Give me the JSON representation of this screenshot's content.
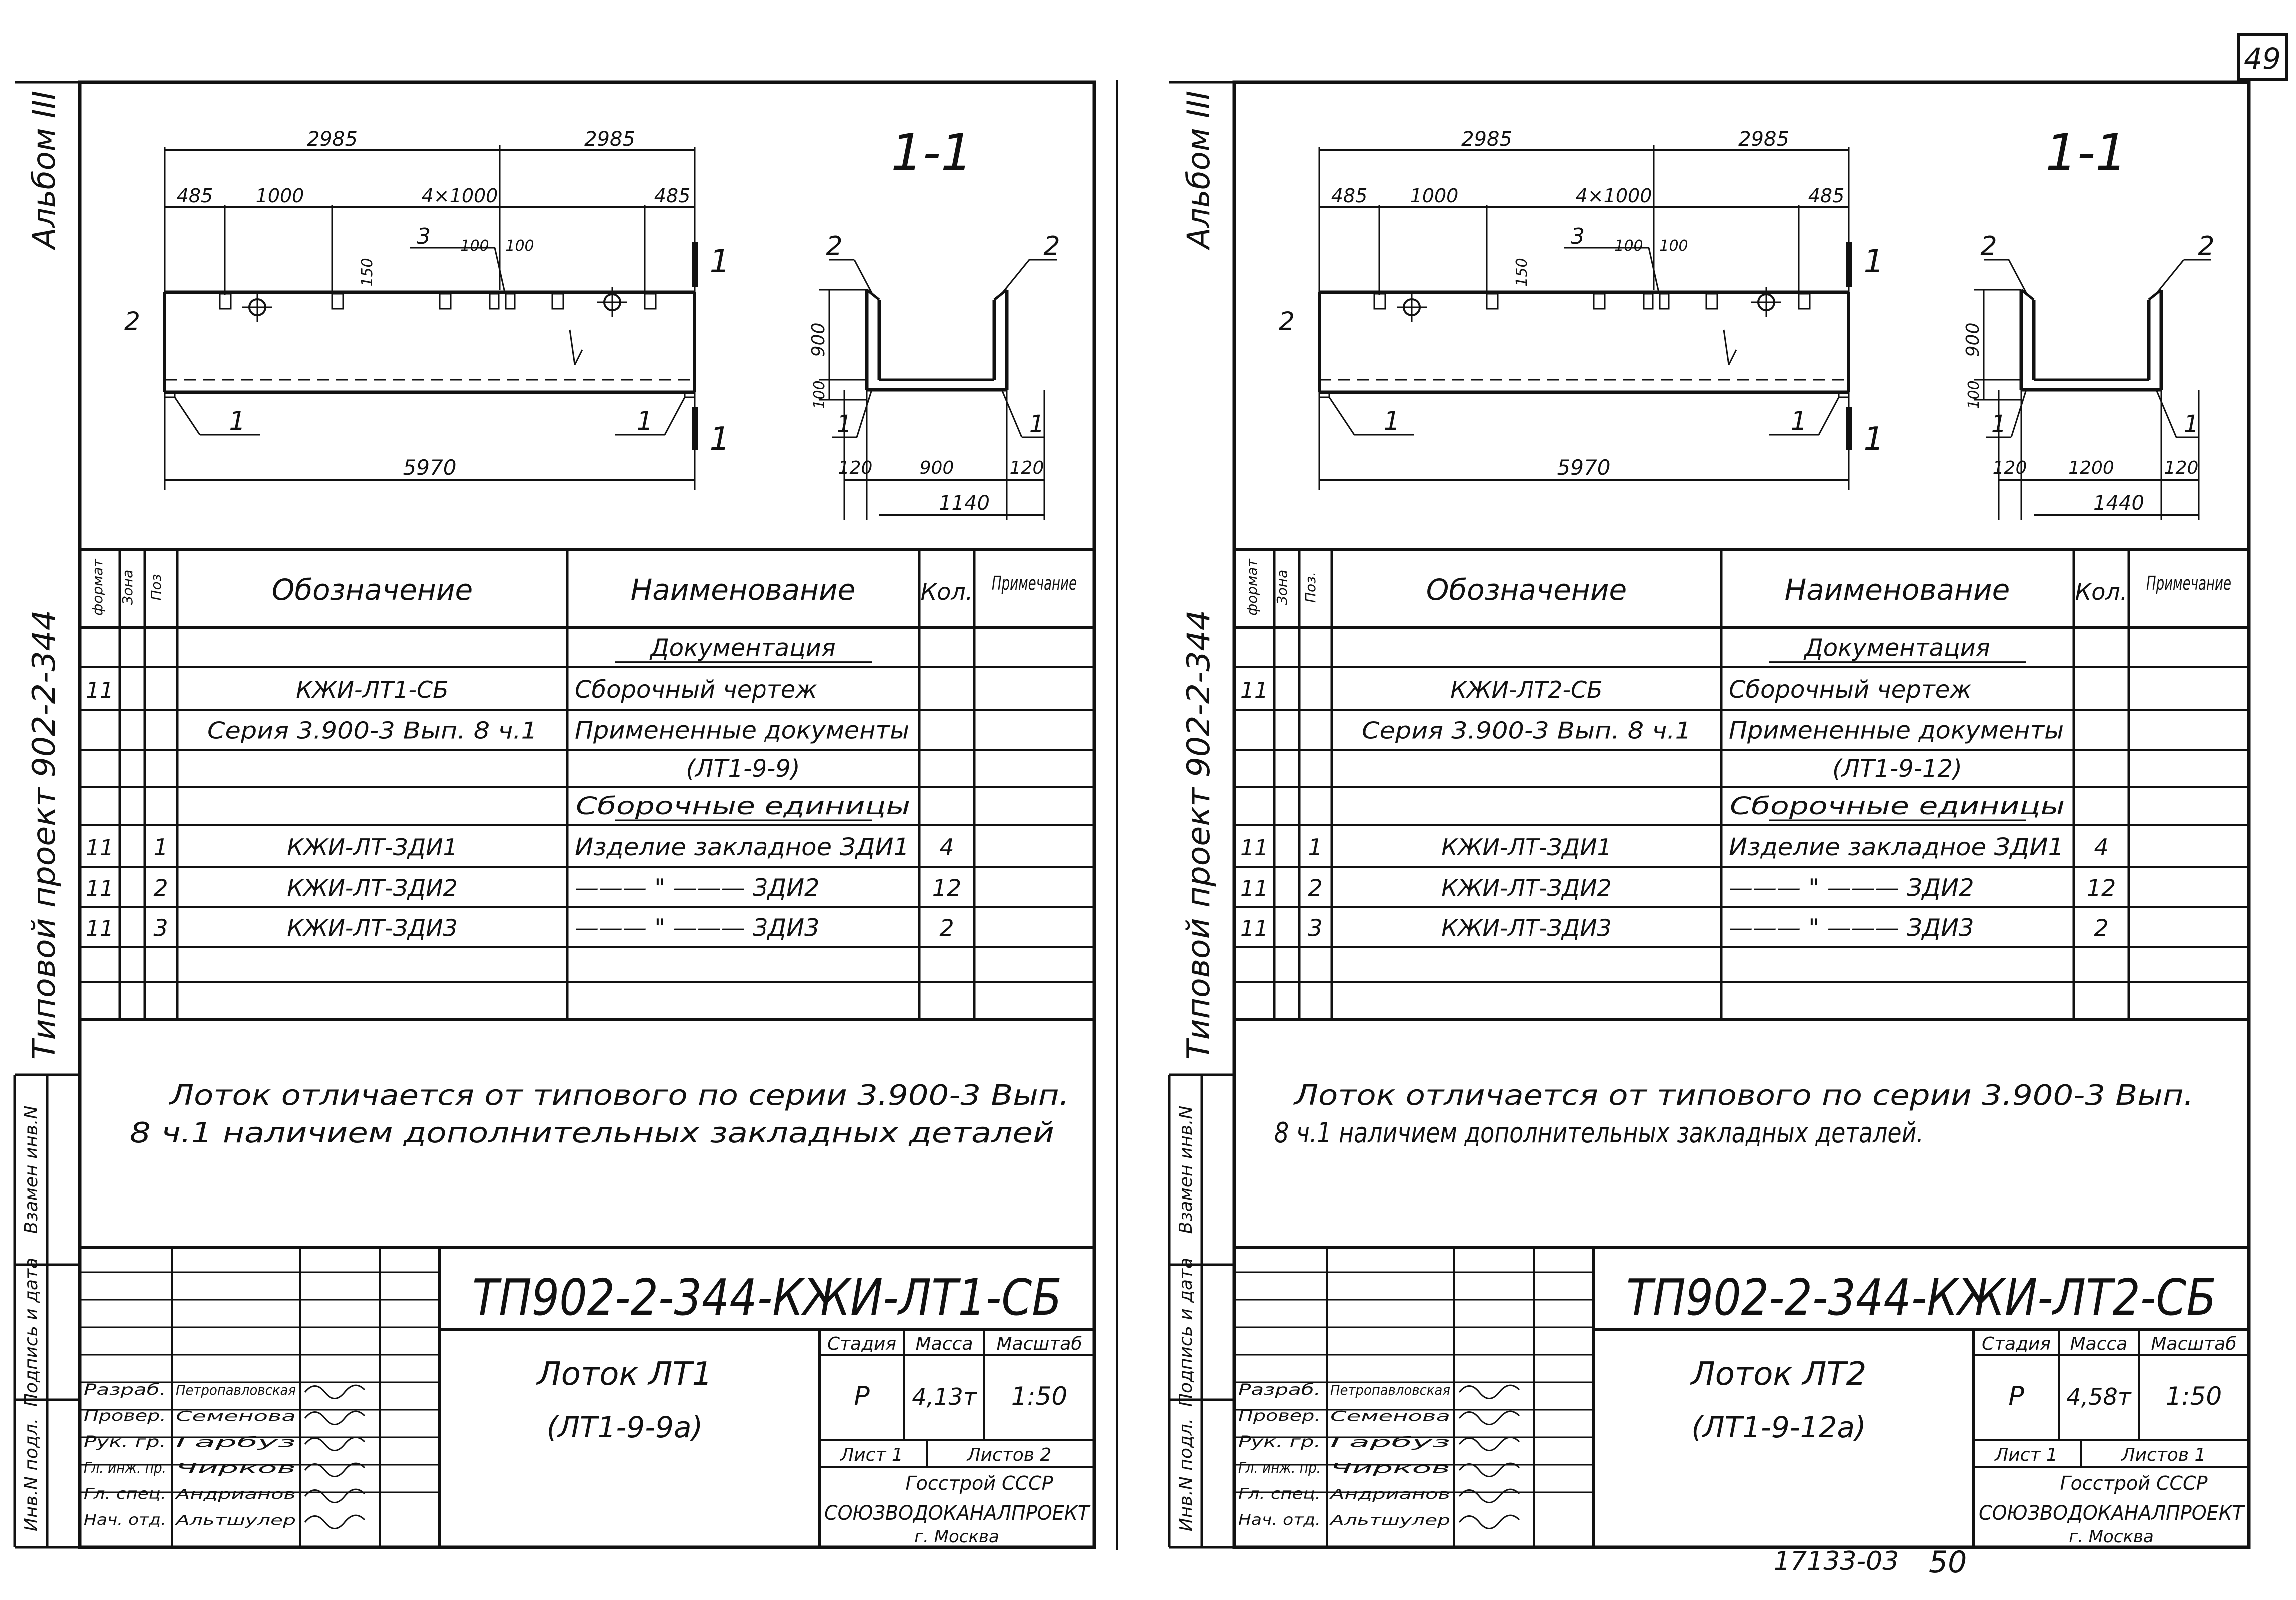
{
  "page_number": "49",
  "footer_code": "17133-03",
  "footer_page": "50",
  "section_label": "1-1",
  "sheets": [
    {
      "album": "Альбом III",
      "project": "Типовой проект 902-2-344",
      "plan": {
        "marker": "1",
        "dims_top": [
          "2985",
          "2985"
        ],
        "dims_mid": [
          "485",
          "1000",
          "4×1000",
          "485"
        ],
        "dims_small": [
          "100",
          "100",
          "150"
        ],
        "pos_labels": [
          "3",
          "2",
          "1",
          "1"
        ],
        "dim_total": "5970"
      },
      "section": {
        "labels_top": [
          "2",
          "2"
        ],
        "dims_vert": [
          "900",
          "100"
        ],
        "pos_bottom": [
          "1",
          "1"
        ],
        "dims_bottom": [
          "120",
          "900",
          "120"
        ],
        "dim_total": "1140"
      },
      "spec": {
        "headers": [
          "формат",
          "Зона",
          "Поз",
          "Обозначение",
          "Наименование",
          "Кол.",
          "Примечание"
        ],
        "rows": [
          [
            "",
            "",
            "",
            "",
            "Документация",
            "",
            ""
          ],
          [
            "11",
            "",
            "",
            "КЖИ-ЛТ1-СБ",
            "Сборочный чертеж",
            "",
            ""
          ],
          [
            "",
            "",
            "",
            "Серия 3.900-3 Вып. 8 ч.1",
            "Примененные документы",
            "",
            ""
          ],
          [
            "",
            "",
            "",
            "",
            "(ЛТ1-9-9)",
            "",
            ""
          ],
          [
            "",
            "",
            "",
            "",
            "Сборочные единицы",
            "",
            ""
          ],
          [
            "11",
            "",
            "1",
            "КЖИ-ЛТ-ЗДИ1",
            "Изделие закладное ЗДИ1",
            "4",
            ""
          ],
          [
            "11",
            "",
            "2",
            "КЖИ-ЛТ-ЗДИ2",
            "——— \" ——— ЗДИ2",
            "12",
            ""
          ],
          [
            "11",
            "",
            "3",
            "КЖИ-ЛТ-ЗДИ3",
            "——— \" ——— ЗДИ3",
            "2",
            ""
          ],
          [
            "",
            "",
            "",
            "",
            "",
            "",
            ""
          ]
        ]
      },
      "note": "Лоток отличается от типового по серии 3.900-3 Вып. 8 ч.1 наличием дополнительных закладных деталей",
      "side_labels": [
        "Взамен инв.N",
        "Подпись и дата",
        "Инв.N подл."
      ],
      "title_block": {
        "code": "ТП902-2-344-КЖИ-ЛТ1-СБ",
        "name": "Лоток ЛТ1",
        "name2": "(ЛТ1-9-9а)",
        "col_stage": "Стадия",
        "col_mass": "Масса",
        "col_scale": "Масштаб",
        "stage": "Р",
        "mass": "4,13т",
        "scale": "1:50",
        "sheet": "Лист 1",
        "sheets": "Листов 2",
        "org1": "Госстрой СССР",
        "org2": "СОЮЗВОДОКАНАЛПРОЕКТ",
        "city": "г. Москва",
        "people": [
          [
            "Разраб.",
            "Петропавловская"
          ],
          [
            "Провер.",
            "Семенова"
          ],
          [
            "Рук. гр.",
            "Гарбуз"
          ],
          [
            "Гл. инж. пр.",
            "Чирков"
          ],
          [
            "Гл. спец.",
            "Андрианов"
          ],
          [
            "Нач. отд.",
            "Альтшулер"
          ]
        ]
      }
    },
    {
      "album": "Альбом III",
      "project": "Типовой проект 902-2-344",
      "plan": {
        "marker": "1",
        "dims_top": [
          "2985",
          "2985"
        ],
        "dims_mid": [
          "485",
          "1000",
          "4×1000",
          "485"
        ],
        "dims_small": [
          "100",
          "100",
          "150"
        ],
        "pos_labels": [
          "3",
          "2",
          "1",
          "1"
        ],
        "dim_total": "5970"
      },
      "section": {
        "labels_top": [
          "2",
          "2"
        ],
        "dims_vert": [
          "900",
          "100"
        ],
        "pos_bottom": [
          "1",
          "1"
        ],
        "dims_bottom": [
          "120",
          "1200",
          "120"
        ],
        "dim_total": "1440"
      },
      "spec": {
        "headers": [
          "формат",
          "Зона",
          "Поз.",
          "Обозначение",
          "Наименование",
          "Кол.",
          "Примечание"
        ],
        "rows": [
          [
            "",
            "",
            "",
            "",
            "Документация",
            "",
            ""
          ],
          [
            "11",
            "",
            "",
            "КЖИ-ЛТ2-СБ",
            "Сборочный чертеж",
            "",
            ""
          ],
          [
            "",
            "",
            "",
            "Серия 3.900-3 Вып. 8 ч.1",
            "Примененные документы",
            "",
            ""
          ],
          [
            "",
            "",
            "",
            "",
            "(ЛТ1-9-12)",
            "",
            ""
          ],
          [
            "",
            "",
            "",
            "",
            "Сборочные единицы",
            "",
            ""
          ],
          [
            "11",
            "",
            "1",
            "КЖИ-ЛТ-ЗДИ1",
            "Изделие закладное ЗДИ1",
            "4",
            ""
          ],
          [
            "11",
            "",
            "2",
            "КЖИ-ЛТ-ЗДИ2",
            "——— \" ——— ЗДИ2",
            "12",
            ""
          ],
          [
            "11",
            "",
            "3",
            "КЖИ-ЛТ-ЗДИ3",
            "——— \" ——— ЗДИ3",
            "2",
            ""
          ],
          [
            "",
            "",
            "",
            "",
            "",
            "",
            ""
          ]
        ]
      },
      "note": "Лоток отличается от типового по серии 3.900-3 Вып. 8 ч.1 наличием дополнительных закладных деталей.",
      "side_labels": [
        "Взамен инв.N",
        "Подпись и дата",
        "Инв.N подл."
      ],
      "title_block": {
        "code": "ТП902-2-344-КЖИ-ЛТ2-СБ",
        "name": "Лоток ЛТ2",
        "name2": "(ЛТ1-9-12а)",
        "col_stage": "Стадия",
        "col_mass": "Масса",
        "col_scale": "Масштаб",
        "stage": "Р",
        "mass": "4,58т",
        "scale": "1:50",
        "sheet": "Лист 1",
        "sheets": "Листов 1",
        "org1": "Госстрой СССР",
        "org2": "СОЮЗВОДОКАНАЛПРОЕКТ",
        "city": "г. Москва",
        "people": [
          [
            "Разраб.",
            "Петропавловская"
          ],
          [
            "Провер.",
            "Семенова"
          ],
          [
            "Рук. гр.",
            "Гарбуз"
          ],
          [
            "Гл. инж. пр.",
            "Чирков"
          ],
          [
            "Гл. спец.",
            "Андрианов"
          ],
          [
            "Нач. отд.",
            "Альтшулер"
          ]
        ]
      }
    }
  ]
}
